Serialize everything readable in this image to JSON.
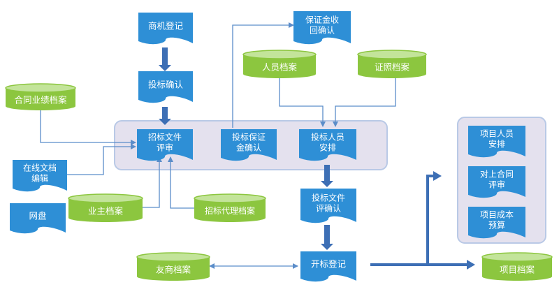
{
  "diagram": {
    "colors": {
      "doc_fill": "#2E8FD6",
      "doc_text": "#ffffff",
      "db_fill": "#8CC63F",
      "db_top": "#C3E49A",
      "db_text": "#ffffff",
      "group_fill": "#E4E1EE",
      "group_stroke": "#B9C9E6",
      "line": "#5B8DC9",
      "thick_arrow": "#3D6FB5"
    },
    "nodes": {
      "shangji_dengji": "商机登记",
      "toubiao_queren": "投标确认",
      "baozhengjin_shouhui": [
        "保证金收",
        "回确认"
      ],
      "renyuan_dangan": "人员档案",
      "zhengzhao_dangan": "证照档案",
      "hetong_yeji_dangan": "合同业绩档案",
      "zhaobiao_wenjian_pingshen": [
        "招标文件",
        "评审"
      ],
      "toubiao_baozheng_queren": [
        "投标保证",
        "金确认"
      ],
      "toubiao_renyuan_anpai": [
        "投标人员",
        "安排"
      ],
      "zaixian_wendang_bianji": [
        "在线文档",
        "编辑"
      ],
      "wangpan": "网盘",
      "yezhu_dangan": "业主档案",
      "zhaobiao_daili_dangan": "招标代理档案",
      "toubiao_wenjian_pingqueren": [
        "投标文件",
        "评确认"
      ],
      "youshang_dangan": "友商档案",
      "kaibiao_dengji": "开标登记",
      "xiangmu_renyuan_anpai": [
        "项目人员",
        "安排"
      ],
      "duishang_hetong_pingshen": [
        "对上合同",
        "评审"
      ],
      "xiangmu_chengben_yusuan": [
        "项目成本",
        "预算"
      ],
      "xiangmu_dangan": "项目档案"
    }
  }
}
